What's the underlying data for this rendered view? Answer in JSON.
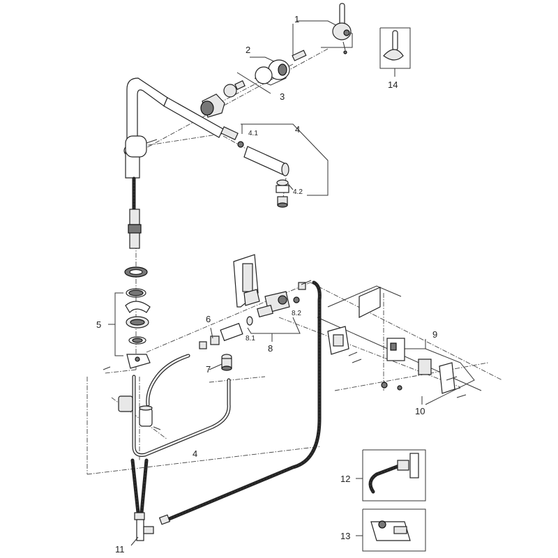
{
  "labels": {
    "p1": "1",
    "p2": "2",
    "p3": "3",
    "p4": "4",
    "p4_1": "4.1",
    "p4_2": "4.2",
    "p5": "5",
    "p6": "6",
    "p7": "7",
    "p8": "8",
    "p8_1": "8.1",
    "p8_2": "8.2",
    "p9": "9",
    "p10": "10",
    "p11": "11",
    "p12": "12",
    "p13": "13",
    "p14": "14"
  }
}
